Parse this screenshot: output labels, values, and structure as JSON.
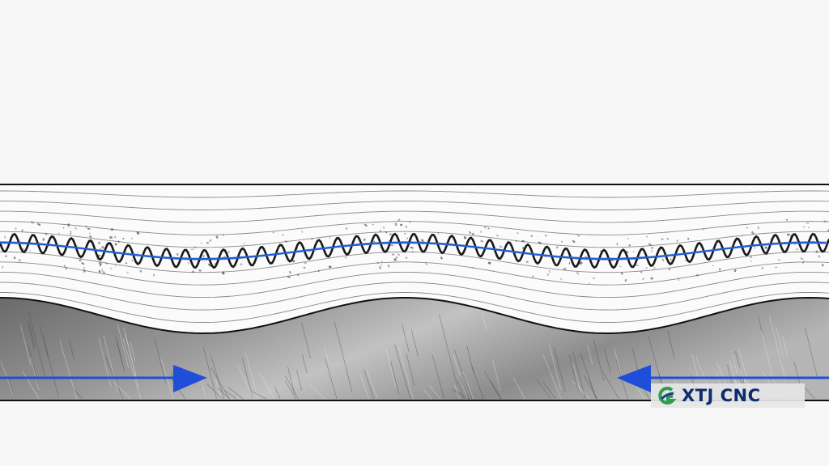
{
  "brand": {
    "text": "XTJ CNC",
    "icon": "xtj-cnc-logo-icon",
    "text_color": "#0d2b6e",
    "mark_green": "#2e9e4a",
    "mark_blue": "#1d3f8f"
  },
  "colors": {
    "background": "#f7f7f7",
    "outline": "#111111",
    "flow_lines": "#8a8a8a",
    "chatter_wave": "#1a1a1a",
    "center_line": "#1f5fd6",
    "arrow": "#1f4fd8",
    "metal_dark": "#5a5a5a",
    "metal_light": "#c9c9c9"
  },
  "diagram": {
    "arrows": [
      {
        "name": "feed-arrow-right",
        "direction": "right"
      },
      {
        "name": "feed-arrow-left",
        "direction": "left"
      }
    ]
  }
}
